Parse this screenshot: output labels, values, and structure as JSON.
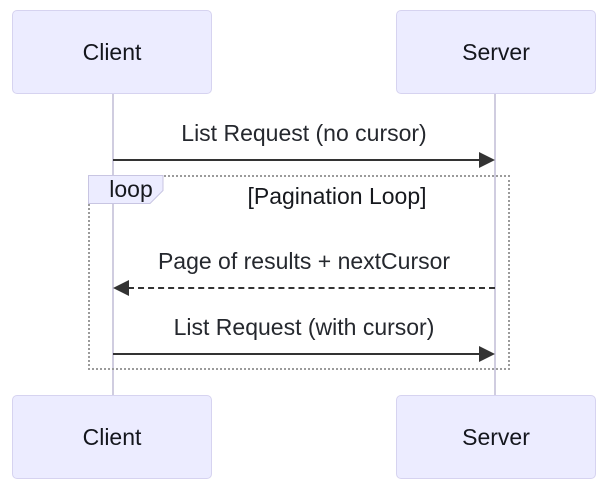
{
  "diagram": {
    "type": "sequence",
    "actors": {
      "client": "Client",
      "server": "Server"
    },
    "loop": {
      "label": "loop",
      "title": "[Pagination Loop]"
    },
    "messages": [
      {
        "label": "List Request (no cursor)",
        "from": "Client",
        "to": "Server",
        "line": "solid"
      },
      {
        "label": "Page of results + nextCursor",
        "from": "Server",
        "to": "Client",
        "line": "dashed"
      },
      {
        "label": "List Request (with cursor)",
        "from": "Client",
        "to": "Server",
        "line": "solid"
      }
    ],
    "colors": {
      "actor_fill": "#ECECFF",
      "actor_border": "#D6D3F0",
      "lifeline": "#D0CDE0",
      "message_line": "#333333",
      "loop_border": "#9B9B9B",
      "text": "#16181D",
      "background": "#FFFFFF"
    }
  }
}
